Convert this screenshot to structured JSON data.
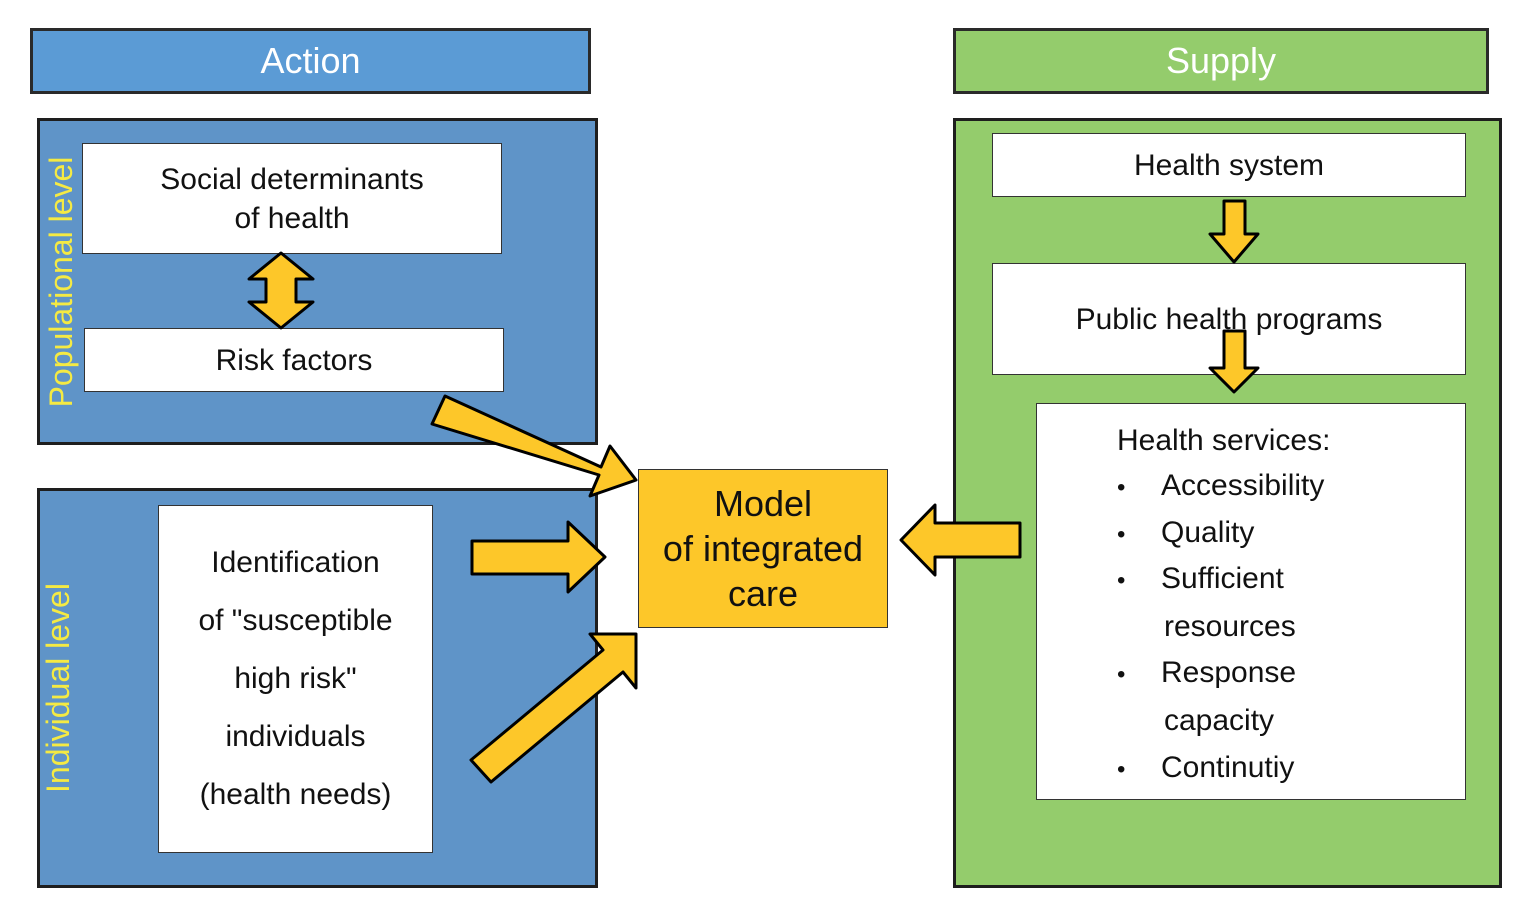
{
  "headers": {
    "action": "Action",
    "supply": "Supply"
  },
  "side_labels": {
    "populational": "Populational level",
    "individual": "Individual level"
  },
  "population": {
    "social_line1": "Social determinants",
    "social_line2": "of health",
    "risk": "Risk factors"
  },
  "individual": {
    "lines": [
      "Identification",
      "of \"susceptible",
      "high risk\"",
      "individuals",
      "(health needs)"
    ]
  },
  "center": {
    "line1": "Model",
    "line2": "of integrated",
    "line3": "care"
  },
  "supply": {
    "health_system": "Health system",
    "public_health": "Public health programs",
    "services_title": "Health services:",
    "services_items": [
      "Accessibility",
      "Quality",
      "Sufficient",
      "resources",
      "Response",
      "capacity",
      "Continutiy"
    ],
    "bullet": "•"
  },
  "colors": {
    "action_header": "#5b9bd5",
    "action_panel": "#5f94c8",
    "supply": "#94cc6c",
    "arrow": "#fdc729",
    "side_label": "#f5ea43"
  }
}
